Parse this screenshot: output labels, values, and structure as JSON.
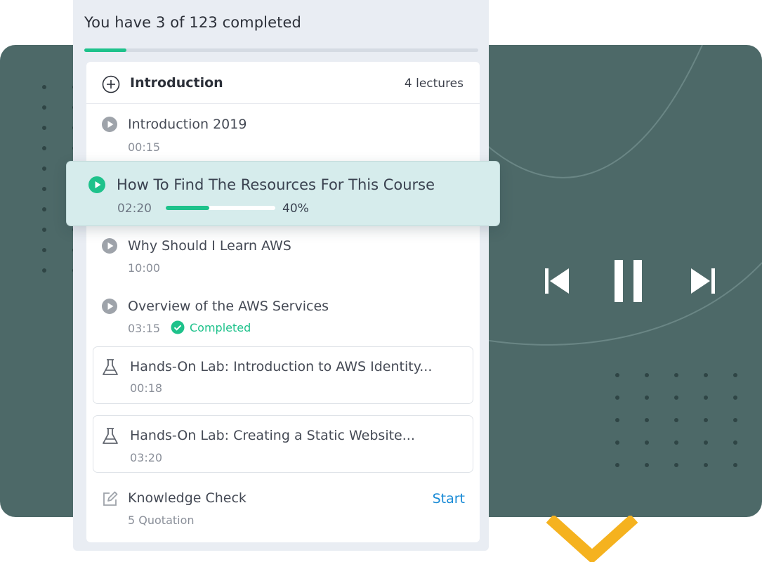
{
  "progress": {
    "summary": "You have 3 of 123 completed",
    "completed": 3,
    "total": 123
  },
  "section": {
    "icon": "plus-circle-icon",
    "title": "Introduction",
    "count": "4 lectures"
  },
  "lectures": [
    {
      "icon": "play-circle-icon",
      "title": "Introduction 2019",
      "duration": "00:15"
    },
    {
      "icon": "play-circle-icon",
      "title": "How To Find The Resources For This Course",
      "duration": "02:20",
      "progress": 0.4,
      "progress_label": "40%",
      "active": true
    },
    {
      "icon": "play-circle-icon",
      "title": "Why Should I Learn AWS",
      "duration": "10:00"
    },
    {
      "icon": "play-circle-icon",
      "title": "Overview of the AWS Services",
      "duration": "03:15",
      "status": "Completed",
      "status_icon": "check-circle-icon"
    }
  ],
  "labs": [
    {
      "icon": "flask-icon",
      "title": "Hands-On Lab: Introduction to AWS Identity...",
      "duration": "00:18"
    },
    {
      "icon": "flask-icon",
      "title": "Hands-On Lab: Creating a Static Website...",
      "duration": "03:20"
    }
  ],
  "quiz": {
    "icon": "edit-icon",
    "title": "Knowledge Check",
    "subtitle": "5 Quotation",
    "action": "Start"
  },
  "player_controls": [
    "skip-previous-icon",
    "pause-icon",
    "skip-next-icon"
  ],
  "colors": {
    "player_bg": "#4d6968",
    "accent_green": "#1ec28b",
    "highlight_bg": "#d6ecec",
    "link_blue": "#1a8bd6",
    "chevron": "#f5b21f"
  }
}
